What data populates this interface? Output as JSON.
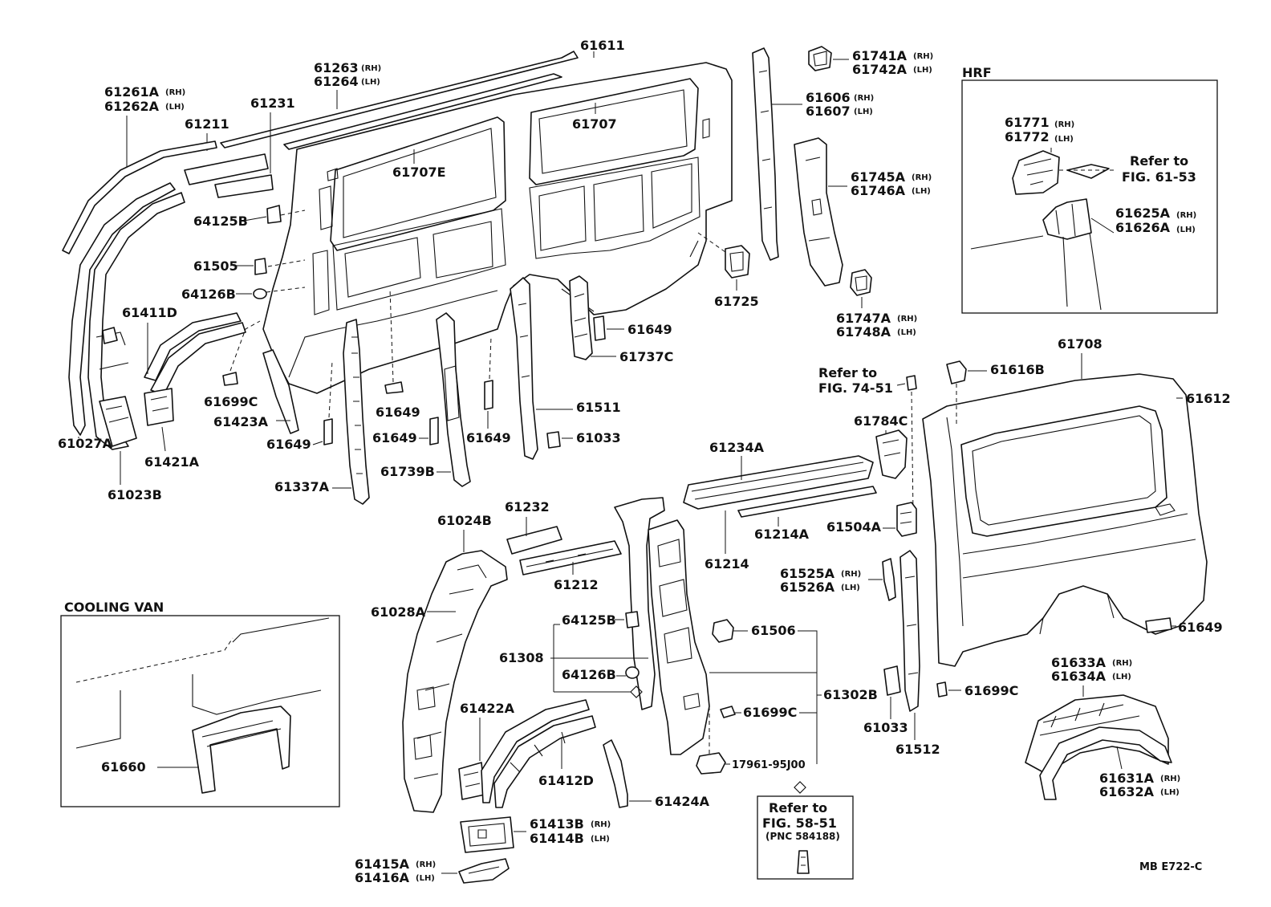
{
  "headers": {
    "hrf": "HRF",
    "cooling_van": "COOLING  VAN"
  },
  "refs": {
    "fig_61_53_a": "Refer to",
    "fig_61_53_b": "FIG. 61-53",
    "fig_74_51_a": "Refer to",
    "fig_74_51_b": "FIG. 74-51",
    "fig_58_51_a": "Refer to",
    "fig_58_51_b": "FIG. 58-51",
    "fig_58_51_c": "(PNC 584188)"
  },
  "diagram_code": "MB  E722-C",
  "labels": {
    "p61611": "61611",
    "p61263": "61263",
    "p61264": "61264",
    "p61261A": "61261A",
    "p61262A": "61262A",
    "p61231": "61231",
    "p61211": "61211",
    "p61707": "61707",
    "p61707E": "61707E",
    "p64125B_top": "64125B",
    "p61505": "61505",
    "p64126B_top": "64126B",
    "p61411D": "61411D",
    "p61699C_left": "61699C",
    "p61423A": "61423A",
    "p61649_a": "61649",
    "p61649_b": "61649",
    "p61649_c": "61649",
    "p61649_d": "61649",
    "p61649_e": "61649",
    "p61649_f": "61649",
    "p61027A": "61027A",
    "p61421A": "61421A",
    "p61023B": "61023B",
    "p61337A": "61337A",
    "p61739B": "61739B",
    "p61511": "61511",
    "p61033_top": "61033",
    "p61737C": "61737C",
    "p61725": "61725",
    "p61606": "61606",
    "p61607": "61607",
    "p61741A": "61741A",
    "p61742A": "61742A",
    "p61745A": "61745A",
    "p61746A": "61746A",
    "p61747A": "61747A",
    "p61748A": "61748A",
    "p61771": "61771",
    "p61772": "61772",
    "p61625A": "61625A",
    "p61626A": "61626A",
    "p61708": "61708",
    "p61616B": "61616B",
    "p61612": "61612",
    "p61784C": "61784C",
    "p61234A": "61234A",
    "p61214A": "61214A",
    "p61214": "61214",
    "p61504A": "61504A",
    "p61525A": "61525A",
    "p61526A": "61526A",
    "p61024B": "61024B",
    "p61232": "61232",
    "p61212": "61212",
    "p61028A": "61028A",
    "p64125B_bot": "64125B",
    "p61308": "61308",
    "p64126B_bot": "64126B",
    "p61506": "61506",
    "p61302B": "61302B",
    "p61699C_mid": "61699C",
    "p17961": "17961-95J00",
    "p61422A": "61422A",
    "p61412D": "61412D",
    "p61424A": "61424A",
    "p61413B": "61413B",
    "p61414B": "61414B",
    "p61415A": "61415A",
    "p61416A": "61416A",
    "p61033_bot": "61033",
    "p61512": "61512",
    "p61699C_right": "61699C",
    "p61633A": "61633A",
    "p61634A": "61634A",
    "p61631A": "61631A",
    "p61632A": "61632A",
    "p61660": "61660"
  },
  "sides": {
    "rh": "(RH)",
    "lh": "(LH)"
  }
}
